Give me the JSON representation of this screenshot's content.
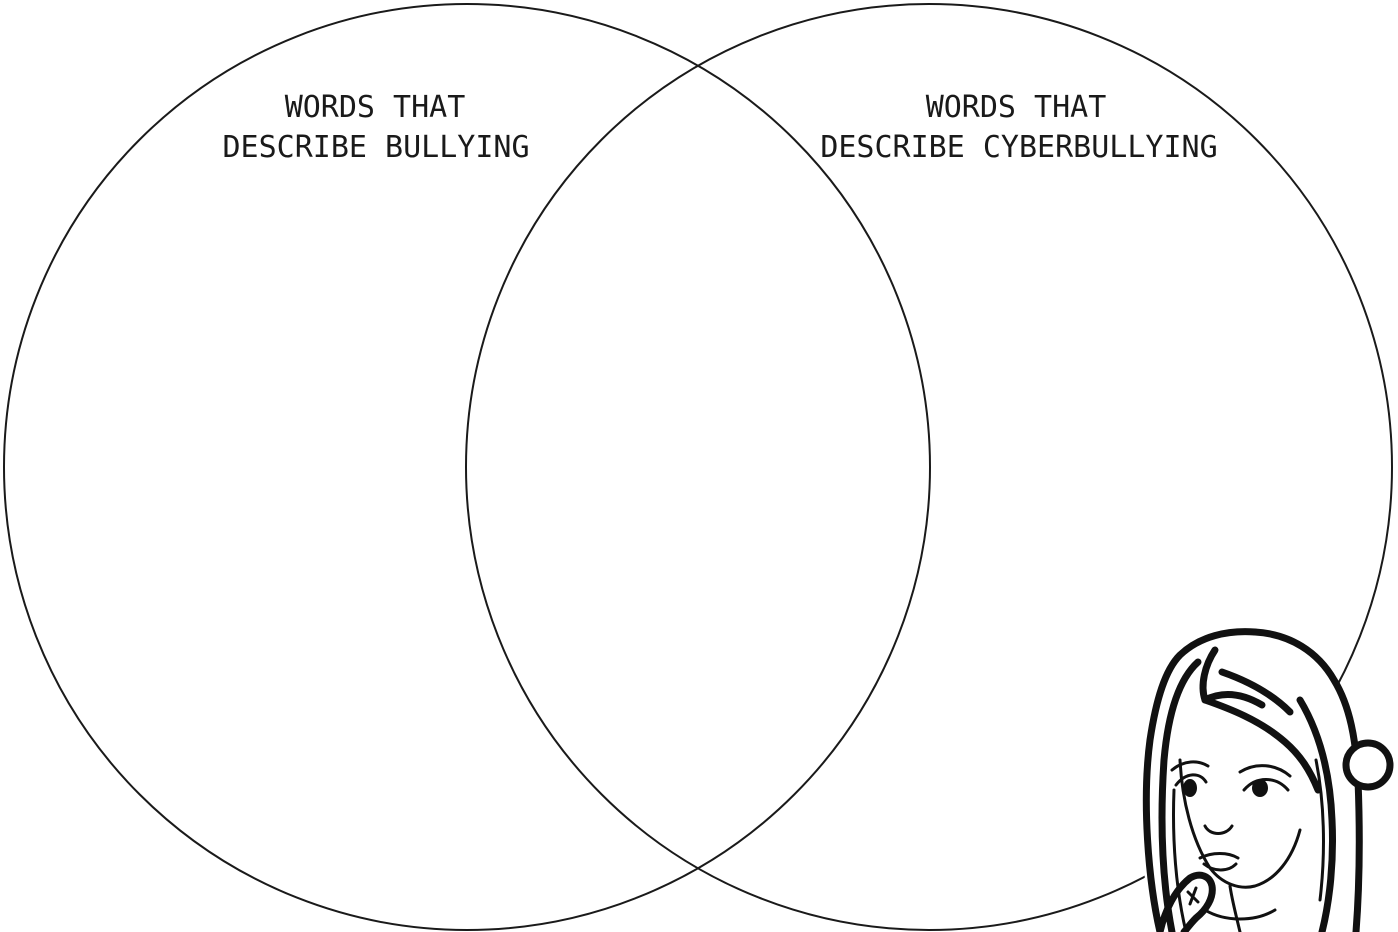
{
  "diagram": {
    "type": "venn",
    "sets": [
      {
        "id": "bullying",
        "title_lines": [
          "WORDS THAT",
          "DESCRIBE BULLYING"
        ]
      },
      {
        "id": "cyberbullying",
        "title_lines": [
          "WORDS THAT",
          "DESCRIBE CYBERBULLYING"
        ]
      }
    ],
    "stroke_color": "#1a1a1a"
  },
  "illustration": {
    "icon": "thinking-girl-icon"
  }
}
